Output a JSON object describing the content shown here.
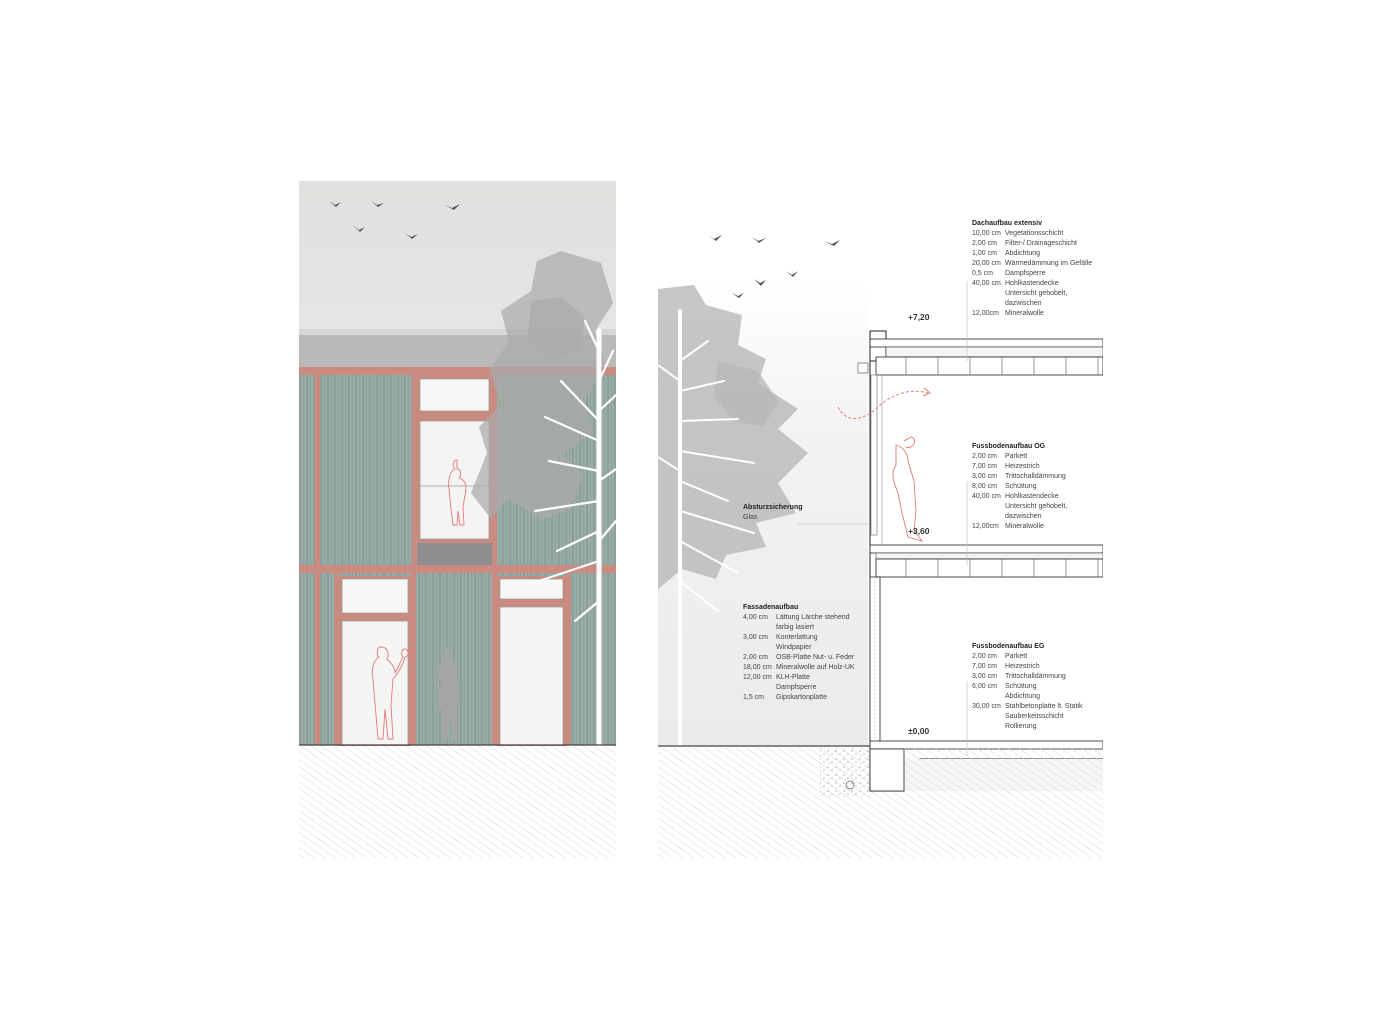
{
  "colors": {
    "sky": "#e4e6e3",
    "cladding": "#98aba6",
    "frame": "#c8887f",
    "tree": "#bcbcbc",
    "ground": "#f4f4f4",
    "human_outline": "#e37a7a"
  },
  "section": {
    "levels": [
      {
        "id": "roof",
        "label": "+7,20"
      },
      {
        "id": "og",
        "label": "+3,60"
      },
      {
        "id": "eg",
        "label": "±0,00"
      }
    ],
    "specs": [
      {
        "id": "dachaufbau",
        "title": "Dachaufbau extensiv",
        "rows": [
          {
            "t": "10,00 cm",
            "d": "Vegetationsschicht"
          },
          {
            "t": "2,00 cm",
            "d": "Filter-/ Drainageschicht"
          },
          {
            "t": "1,00 cm",
            "d": "Abdichtung"
          },
          {
            "t": "20,00 cm",
            "d": "Wärmedämmung im Gefälle"
          },
          {
            "t": "0,5 cm",
            "d": "Dampfsperre"
          },
          {
            "t": "40,00 cm",
            "d": "Hohlkastendecke"
          },
          {
            "t": "",
            "d": "Untersicht gehobelt,"
          },
          {
            "t": "",
            "d": "dazwischen"
          },
          {
            "t": "12,00cm",
            "d": "Mineralwolle"
          }
        ]
      },
      {
        "id": "fussboden-og",
        "title": "Fussbodenaufbau OG",
        "rows": [
          {
            "t": "2,00 cm",
            "d": "Parkett"
          },
          {
            "t": "7,00 cm",
            "d": "Heizestrich"
          },
          {
            "t": "3,00 cm",
            "d": "Trittschalldämmung"
          },
          {
            "t": "8,00 cm",
            "d": "Schüttung"
          },
          {
            "t": "40,00 cm",
            "d": "Hohlkastendecke"
          },
          {
            "t": "",
            "d": "Untersicht gehobelt,"
          },
          {
            "t": "",
            "d": "dazwischen"
          },
          {
            "t": "12,00cm",
            "d": "Mineralwolle"
          }
        ]
      },
      {
        "id": "fussboden-eg",
        "title": "Fussbodenaufbau EG",
        "rows": [
          {
            "t": "2,00 cm",
            "d": "Parkett"
          },
          {
            "t": "7,00 cm",
            "d": "Heizestrich"
          },
          {
            "t": "3,00 cm",
            "d": "Trittschalldämmung"
          },
          {
            "t": "6,00 cm",
            "d": "Schüttung"
          },
          {
            "t": "",
            "d": "Abdichtung"
          },
          {
            "t": "30,00 cm",
            "d": "Stahlbetonplatte lt. Statik"
          },
          {
            "t": "",
            "d": "Sauberkeitsschicht"
          },
          {
            "t": "",
            "d": "Rollierung"
          }
        ]
      },
      {
        "id": "fassadenaufbau",
        "title": "Fassadenaufbau",
        "rows": [
          {
            "t": "4,00 cm",
            "d": "Lättung Lärche stehend"
          },
          {
            "t": "",
            "d": "farbig lasiert"
          },
          {
            "t": "3,00 cm",
            "d": "Konterlattung"
          },
          {
            "t": "",
            "d": "Windpapier"
          },
          {
            "t": "2,00 cm",
            "d": "OSB-Platte Nut- u. Feder"
          },
          {
            "t": "18,00 cm",
            "d": "Mineralwolle auf Holz-UK"
          },
          {
            "t": "12,00 cm",
            "d": "KLH-Platte"
          },
          {
            "t": "",
            "d": "Dampfsperre"
          },
          {
            "t": "1,5 cm",
            "d": "Gipskartonplatte"
          }
        ]
      }
    ],
    "absturz": {
      "title": "Absturzsicherung",
      "sub": "Glas"
    }
  }
}
